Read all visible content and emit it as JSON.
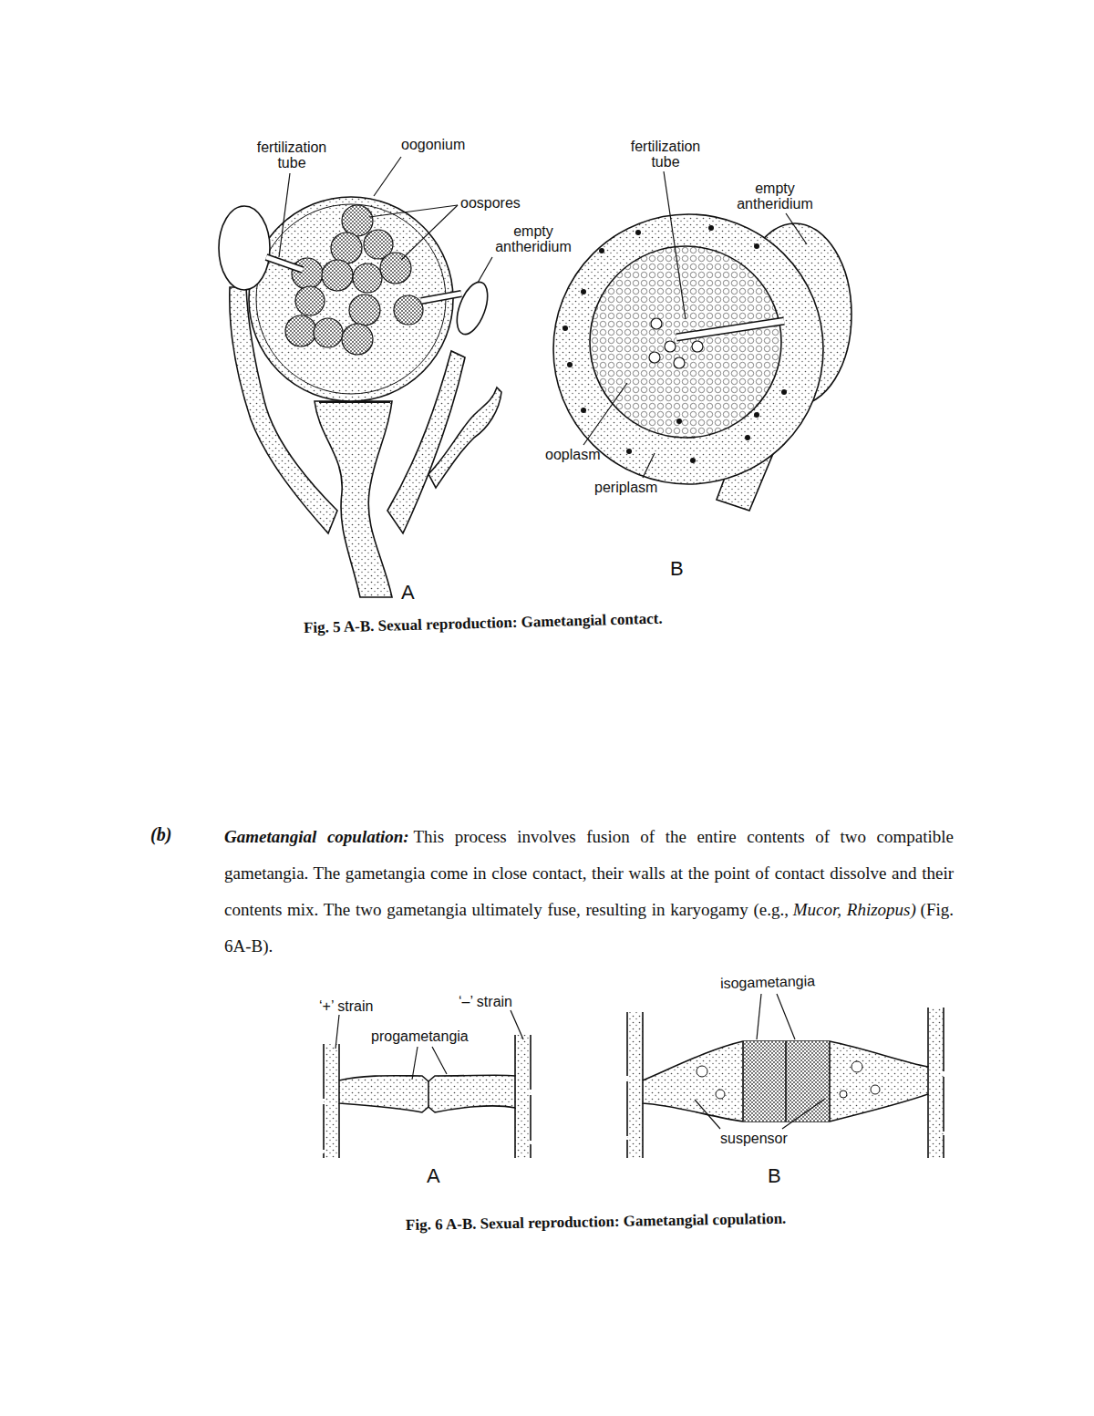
{
  "diagram": {
    "labels": [
      "fertilization tube",
      "oogonium",
      "oospores",
      "empty antheridium",
      "A",
      "fertilization tube",
      "empty antheridium",
      "ooplasm",
      "periplasm",
      "B",
      "Fig. 5 A-B. Sexual reproduction: Gametangial contact.",
      "(b)",
      "Gametangial copulation:",
      "This process involves fusion of the entire contents of two compatible gametangia. The gametangia come in close contact, their walls at the point of contact dissolve and their contents mix. The two gametangia ultimately fuse, resulting in karyogamy (e.g.,",
      "Mucor, Rhizopus)",
      "(Fig. 6A-B).",
      "‘+’ strain",
      "‘–’ strain",
      "progametangia",
      "A",
      "isogametangia",
      "suspensor",
      "B",
      "Fig. 6 A-B. Sexual reproduction: Gametangial copulation."
    ]
  }
}
